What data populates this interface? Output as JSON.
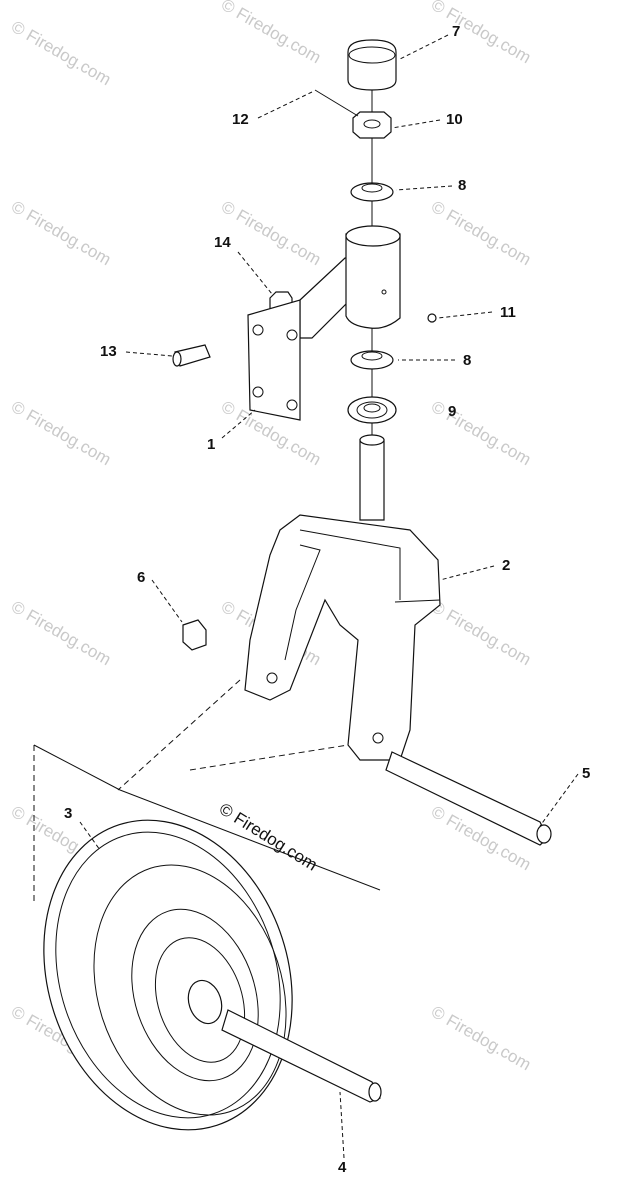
{
  "watermark": {
    "text": "© Firedog.com",
    "center_text": "© Firedog.com"
  },
  "callouts": {
    "c1": "1",
    "c2": "2",
    "c3": "3",
    "c4": "4",
    "c5": "5",
    "c6": "6",
    "c7": "7",
    "c8a": "8",
    "c8b": "8",
    "c9": "9",
    "c10": "10",
    "c11": "11",
    "c12": "12",
    "c13": "13",
    "c14": "14"
  }
}
